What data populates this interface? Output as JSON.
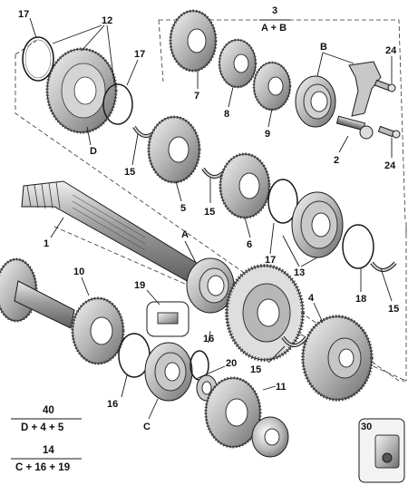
{
  "diagram": {
    "callouts": {
      "c17a": "17",
      "c12": "12",
      "c17b": "17",
      "c3": "3",
      "c3sub": "A + B",
      "cB": "B",
      "c24a": "24",
      "c24b": "24",
      "c7": "7",
      "c8": "8",
      "c9": "9",
      "c2": "2",
      "cD": "D",
      "c15a": "15",
      "c5": "5",
      "c15b": "15",
      "c6": "6",
      "c1": "1",
      "cA": "A",
      "c17c": "17",
      "c13": "13",
      "c18": "18",
      "c15c": "15",
      "c10": "10",
      "c19": "19",
      "c4": "4",
      "c16a": "16",
      "c20": "20",
      "c15d": "15",
      "c11": "11",
      "c16b": "16",
      "cC": "C",
      "c40": "40",
      "c40sub": "D + 4 + 5",
      "c14": "14",
      "c14sub": "C + 16 + 19",
      "c30": "30"
    },
    "colors": {
      "line": "#1a1a1a",
      "metal_light": "#e2e2e2",
      "metal_mid": "#a8a8a8",
      "metal_dark": "#5a5a5a",
      "inset_bg": "#f3f3f3"
    }
  }
}
